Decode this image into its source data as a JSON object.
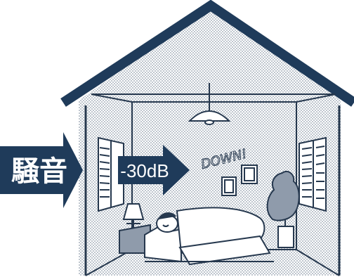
{
  "noise_label": "騒音",
  "reduction_label": "-30dB",
  "handwritten_note": "DOWN!",
  "colors": {
    "navy": "#1f3b5a",
    "stipple": "#b9c2cc",
    "outline": "#26384e",
    "paper": "#ffffff"
  },
  "icons": [
    "house-icon",
    "arrow-icon",
    "ceiling-lamp-icon",
    "bed-icon",
    "plant-icon",
    "window-shutter-icon",
    "picture-frame-icon"
  ]
}
